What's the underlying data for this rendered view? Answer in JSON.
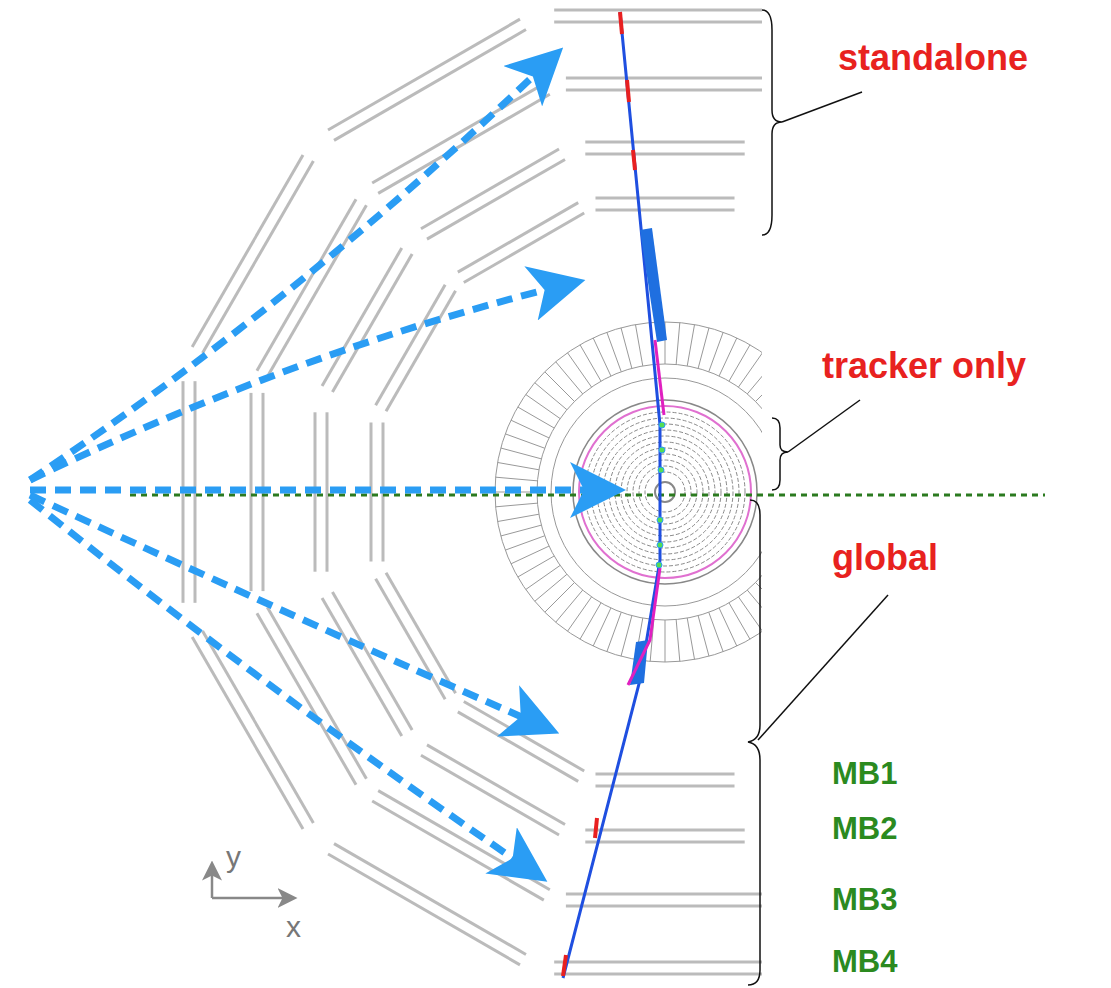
{
  "diagram": {
    "labels": [
      "standalone",
      "tracker only",
      "global",
      "MB1",
      "MB2",
      "MB3",
      "MB4",
      "y",
      "x"
    ]
  }
}
